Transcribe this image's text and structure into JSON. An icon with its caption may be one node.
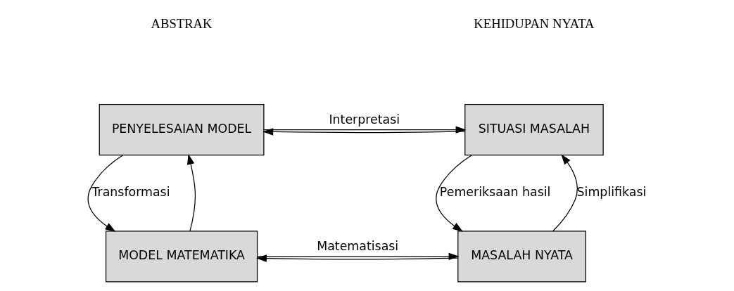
{
  "diagram": {
    "nodes": [
      {
        "text": [
          "SITUASI MASALAH"
        ]
      },
      {
        "text": [
          "PENYELESAIAN MODEL"
        ]
      },
      {
        "text": [
          "MASALAH NYATA"
        ]
      },
      {
        "text": [
          "MODEL MATEMATIKA"
        ]
      }
    ],
    "edges": [
      {
        "from": 0,
        "to": 1,
        "arrow": "to"
      },
      {
        "from": 1,
        "to": 0,
        "arrow": "to",
        "label": "Interpretasi"
      },
      {
        "from": 2,
        "to": 0,
        "arrow": "to",
        "label": "Simplifikasi"
      },
      {
        "from": 0,
        "to": 2,
        "arrow": "to",
        "label": "Pemeriksaan hasil"
      },
      {
        "from": 2,
        "to": 3,
        "arrow": "to"
      },
      {
        "from": 3,
        "to": 2,
        "arrow": "to",
        "label": "Matematisasi"
      },
      {
        "from": 3,
        "to": 1,
        "arrow": "to"
      },
      {
        "from": 1,
        "to": 3,
        "arrow": "to",
        "label": "Transformasi"
      }
    ],
    "labels": [
      "KEHIDUPAN NYATA",
      "ABSTRAK"
    ]
  }
}
